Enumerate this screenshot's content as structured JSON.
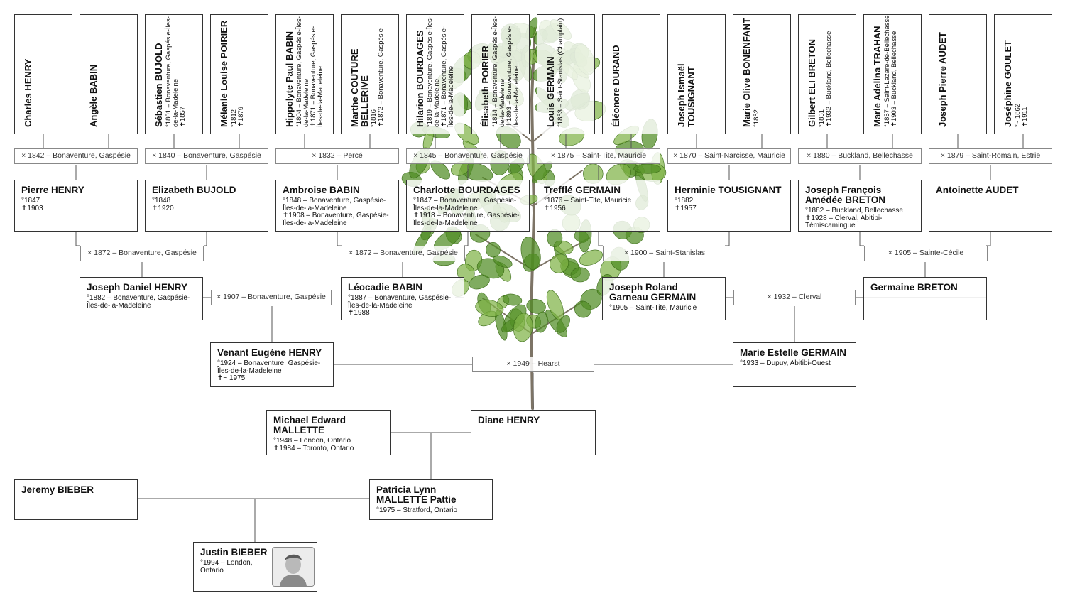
{
  "generation1": [
    {
      "name": "Charles HENRY",
      "details": ""
    },
    {
      "name": "Angèle BABIN",
      "details": ""
    },
    {
      "name": "Sébastien BUJOLD",
      "details": "°1801 – Bonaventure, Gaspésie-Îles-de-la-Madeleine\n✝1857"
    },
    {
      "name": "Mélanie Louise POIRIER",
      "details": "°1812\n✝1879"
    },
    {
      "name": "Hippolyte Paul BABIN",
      "details": "°1804 – Bonaventure, Gaspésie-Îles-de-la-Madeleine\n✝1871 – Bonaventure, Gaspésie-Îles-de-la-Madeleine"
    },
    {
      "name": "Marthe COUTURE BELLERIVE",
      "details": "°1816\n✝1872 – Bonaventure, Gaspésie"
    },
    {
      "name": "Hilarion BOURDAGES",
      "details": "°1819 – Bonaventure, Gaspésie-Îles-de-la-Madeleine\n✝1871 – Bonaventure, Gaspésie-Îles-de-la-Madeleine"
    },
    {
      "name": "Élisabeth POIRIER",
      "details": "°1814 – Bonaventure, Gaspésie-Îles-de-la-Madeleine\n✝1893 – Bonaventure, Gaspésie-Îles-de-la-Madeleine"
    },
    {
      "name": "Louis GERMAIN",
      "details": "°1853 – Saint-Stanislas (Champlain)"
    },
    {
      "name": "Éléonore DURAND",
      "details": ""
    },
    {
      "name": "Joseph Ismaël TOUSIGNANT",
      "details": ""
    },
    {
      "name": "Marie Olive BONENFANT",
      "details": "°1852"
    },
    {
      "name": "Gilbert ELI BRETON",
      "details": "°1851\n✝1932 – Buckland, Bellechasse"
    },
    {
      "name": "Marie Adelina TRAHAN",
      "details": "°1857 – Saint-Lazare-de-Bellechasse\n✝1903 – Buckland, Bellechasse"
    },
    {
      "name": "Joseph Pierre AUDET",
      "details": ""
    },
    {
      "name": "Joséphine GOULET",
      "details": "°~ 1862\n✝1911"
    }
  ],
  "marriages1": [
    "× 1842 – Bonaventure, Gaspésie",
    "× 1840 – Bonaventure, Gaspésie",
    "× 1832 – Percé",
    "× 1845 – Bonaventure, Gaspésie",
    "× 1875 – Saint-Tite, Mauricie",
    "× 1870 – Saint-Narcisse, Mauricie",
    "× 1880 – Buckland, Bellechasse",
    "× 1879 – Saint-Romain, Estrie"
  ],
  "generation2": [
    {
      "name": "Pierre HENRY",
      "details": "°1847\n✝1903"
    },
    {
      "name": "Elizabeth BUJOLD",
      "details": "°1848\n✝1920"
    },
    {
      "name": "Ambroise BABIN",
      "details": "°1848 – Bonaventure, Gaspésie-Îles-de-la-Madeleine\n✝1908 – Bonaventure, Gaspésie-Îles-de-la-Madeleine"
    },
    {
      "name": "Charlotte BOURDAGES",
      "details": "°1847 – Bonaventure, Gaspésie-Îles-de-la-Madeleine\n✝1918 – Bonaventure, Gaspésie-Îles-de-la-Madeleine"
    },
    {
      "name": "Trefflé GERMAIN",
      "details": "°1876 – Saint-Tite, Mauricie\n✝1956"
    },
    {
      "name": "Herminie TOUSIGNANT",
      "details": "°1882\n✝1957"
    },
    {
      "name": "Joseph François Amédée BRETON",
      "details": "°1882 – Buckland, Bellechasse\n✝1928 – Clerval, Abitibi-Témiscamingue"
    },
    {
      "name": "Antoinette AUDET",
      "details": ""
    }
  ],
  "marriages2": [
    "× 1872 – Bonaventure, Gaspésie",
    "× 1872 – Bonaventure, Gaspésie",
    "× 1900 – Saint-Stanislas",
    "× 1905 – Sainte-Cécile"
  ],
  "generation3": [
    {
      "name": "Joseph Daniel HENRY",
      "details": "°1882 – Bonaventure, Gaspésie-Îles-de-la-Madeleine"
    },
    {
      "name": "Léocadie BABIN",
      "details": "°1887 – Bonaventure, Gaspésie-Îles-de-la-Madeleine\n✝1988"
    },
    {
      "name": "Joseph Roland Garneau GERMAIN",
      "details": "°1905 – Saint-Tite, Mauricie"
    },
    {
      "name": "Germaine BRETON",
      "details": ""
    }
  ],
  "marriages3": [
    "× 1907 – Bonaventure, Gaspésie",
    "× 1932 – Clerval"
  ],
  "generation4": [
    {
      "name": "Venant Eugène HENRY",
      "details": "°1924 – Bonaventure, Gaspésie-Îles-de-la-Madeleine\n✝~ 1975"
    },
    {
      "name": "Marie Estelle GERMAIN",
      "details": "°1933 – Dupuy, Abitibi-Ouest"
    }
  ],
  "marriage4": "× 1949 – Hearst",
  "generation5": [
    {
      "name": "Michael Edward MALLETTE",
      "details": "°1948 – London, Ontario\n✝1984 – Toronto, Ontario"
    },
    {
      "name": "Diane HENRY",
      "details": ""
    }
  ],
  "generation6": [
    {
      "name": "Jeremy BIEBER",
      "details": ""
    },
    {
      "name": "Patricia Lynn MALLETTE Pattie",
      "details": "°1975 – Stratford, Ontario"
    }
  ],
  "generation7": [
    {
      "name": "Justin BIEBER",
      "details": "°1994 – London, Ontario"
    }
  ],
  "icons": {
    "background": "tree-icon",
    "portrait": "portrait-icon"
  },
  "colors": {
    "line": "#555555",
    "box_border": "#333333",
    "marriage_border": "#888888",
    "leaf": "#4f8c23"
  }
}
